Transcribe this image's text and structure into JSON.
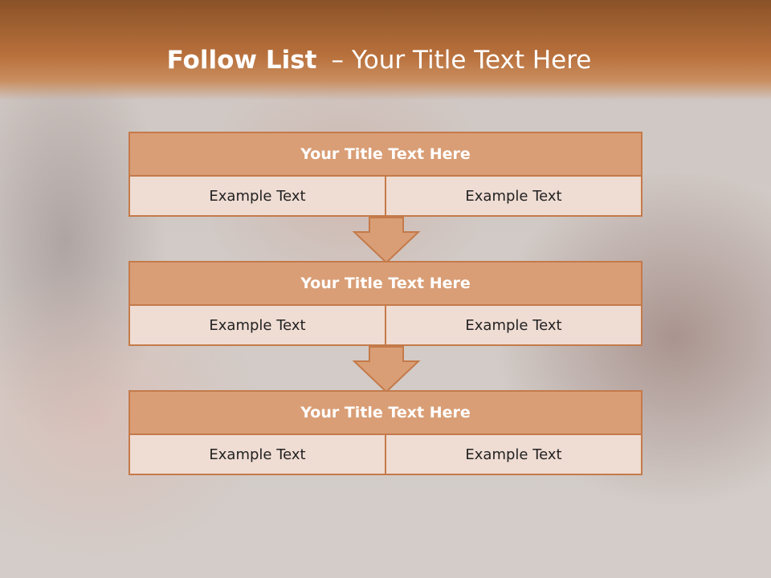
{
  "slide": {
    "title_bold": "Follow List",
    "title_dash": "–",
    "title_rest": "Your Title Text Here"
  },
  "blocks": [
    {
      "title": "Your Title Text Here",
      "left": "Example Text",
      "right": "Example Text"
    },
    {
      "title": "Your Title Text Here",
      "left": "Example Text",
      "right": "Example Text"
    },
    {
      "title": "Your Title Text Here",
      "left": "Example Text",
      "right": "Example Text"
    }
  ],
  "colors": {
    "header": "#b8703c",
    "block_title_fill": "#d99e76",
    "block_border": "#c47a4a",
    "cell_fill": "#efdcd3"
  }
}
